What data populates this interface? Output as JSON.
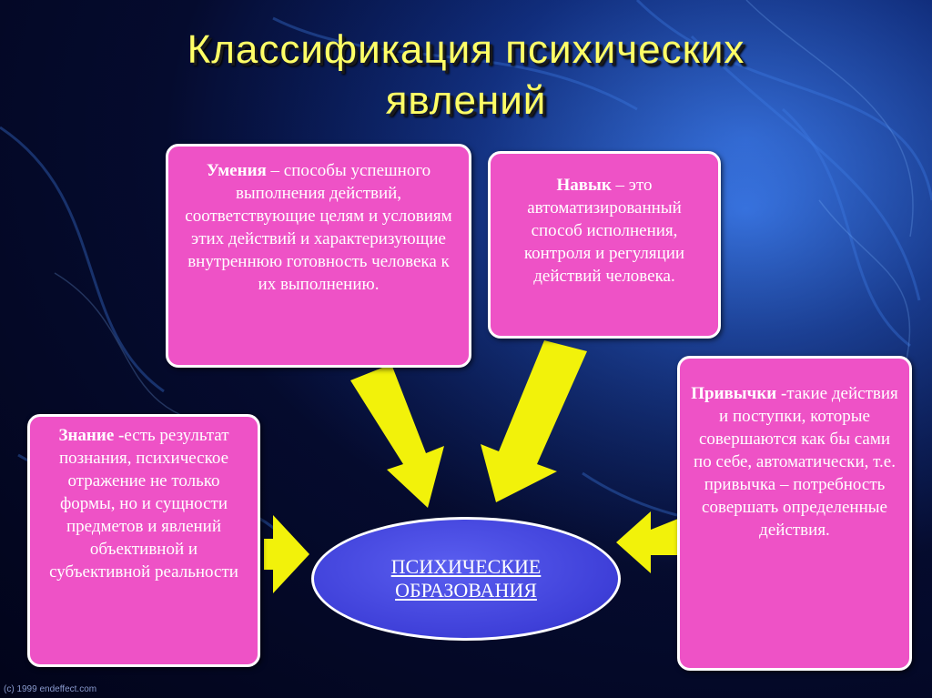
{
  "title": {
    "line1": "Классификация психических",
    "line2": "явлений"
  },
  "boxes": {
    "umeniya": {
      "term": "Умения",
      "definition": " – способы успешного выполнения действий, соответствующие целям и условиям этих действий и характеризующие внутреннюю готовность человека к их выполнению."
    },
    "navyk": {
      "term": "Навык",
      "definition": " – это автоматизированный способ исполнения, контроля и регуляции действий человека."
    },
    "znanie": {
      "term": "Знание -",
      "definition": "есть результат познания, психическое отражение не только формы, но и сущности предметов и явлений объективной и субъективной реальности"
    },
    "privychki": {
      "term": "Привычки -",
      "definition": "такие действия и поступки, которые совершаются как бы сами по себе, автоматически, т.е. привычка – потребность совершать определенные действия."
    }
  },
  "center": {
    "line1": "ПСИХИЧЕСКИЕ",
    "line2": "ОБРАЗОВАНИЯ"
  },
  "colors": {
    "box": "#ee52c6",
    "arrow": "#f2f20a",
    "title": "#ffff66",
    "center": "#4546e0"
  },
  "footer": {
    "copyright": "(c) 1999 endeffect.com"
  }
}
